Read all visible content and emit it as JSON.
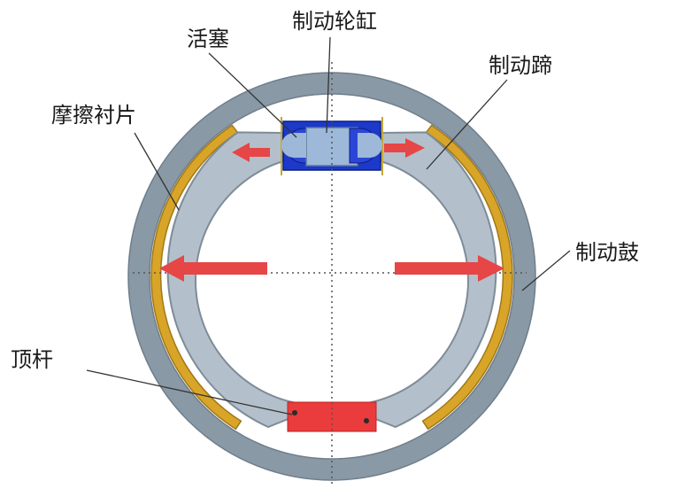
{
  "labels": {
    "wheel_cylinder": "制动轮缸",
    "piston": "活塞",
    "brake_shoe": "制动蹄",
    "friction_lining": "摩擦衬片",
    "brake_drum": "制动鼓",
    "push_rod": "顶杆"
  },
  "colors": {
    "drum": "#8a99a6",
    "shoe": "#b3c0cb",
    "shoe_edge": "#7e8c98",
    "lining": "#d9a528",
    "lining_edge": "#a07818",
    "cylinder_body": "#9db8d8",
    "piston": "#1c39c9",
    "push_rod": "#ea3c3c",
    "arrow": "#e64646",
    "center_line": "#555555",
    "leader": "#333333"
  },
  "icons": [
    "arrow-left-icon",
    "arrow-right-icon"
  ]
}
